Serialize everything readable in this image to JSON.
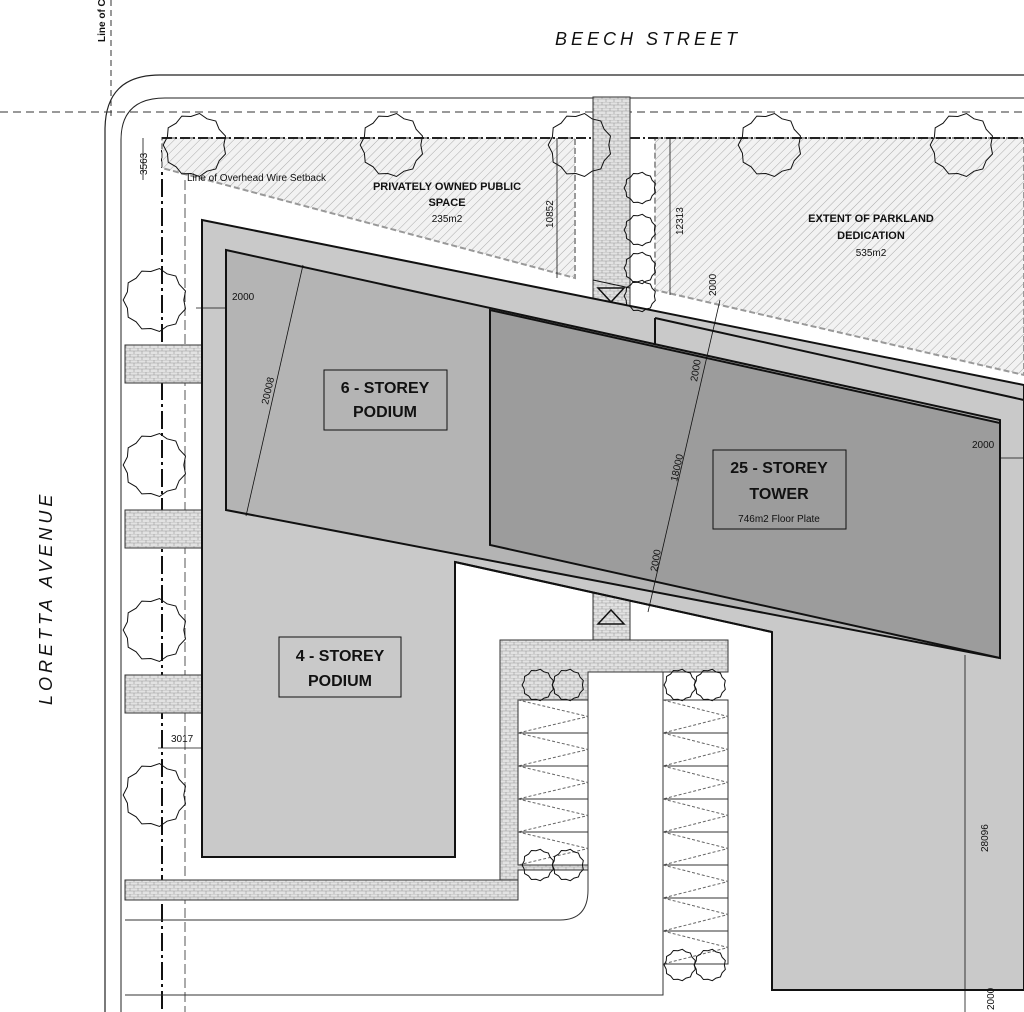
{
  "streets": {
    "north": "BEECH STREET",
    "west": "LORETTA AVENUE"
  },
  "setback_note": "Line of Overhead Wire Setback",
  "line_note": "Line of C",
  "pops": {
    "line1": "PRIVATELY OWNED PUBLIC",
    "line2": "SPACE",
    "area": "235m2"
  },
  "parkland": {
    "line1": "EXTENT OF PARKLAND",
    "line2": "DEDICATION",
    "area": "535m2"
  },
  "podium6": {
    "line1": "6 - STOREY",
    "line2": "PODIUM"
  },
  "podium4": {
    "line1": "4 - STOREY",
    "line2": "PODIUM"
  },
  "tower": {
    "line1": "25 - STOREY",
    "line2": "TOWER",
    "note": "746m2 Floor Plate"
  },
  "dimensions": {
    "d3563": "3563",
    "d10852": "10852",
    "d12313": "12313",
    "d2000a": "2000",
    "d2000b": "2000",
    "d2000c": "2000",
    "d2000d": "2000",
    "d2000e": "2000",
    "d2000f": "2000",
    "d20008": "20008",
    "d18000": "18000",
    "d3017": "3017",
    "d28096": "28096"
  },
  "colors": {
    "podium_outer": "#c9c9c9",
    "podium6": "#b4b4b4",
    "tower": "#9c9c9c",
    "paving": "#d8d8d8"
  }
}
